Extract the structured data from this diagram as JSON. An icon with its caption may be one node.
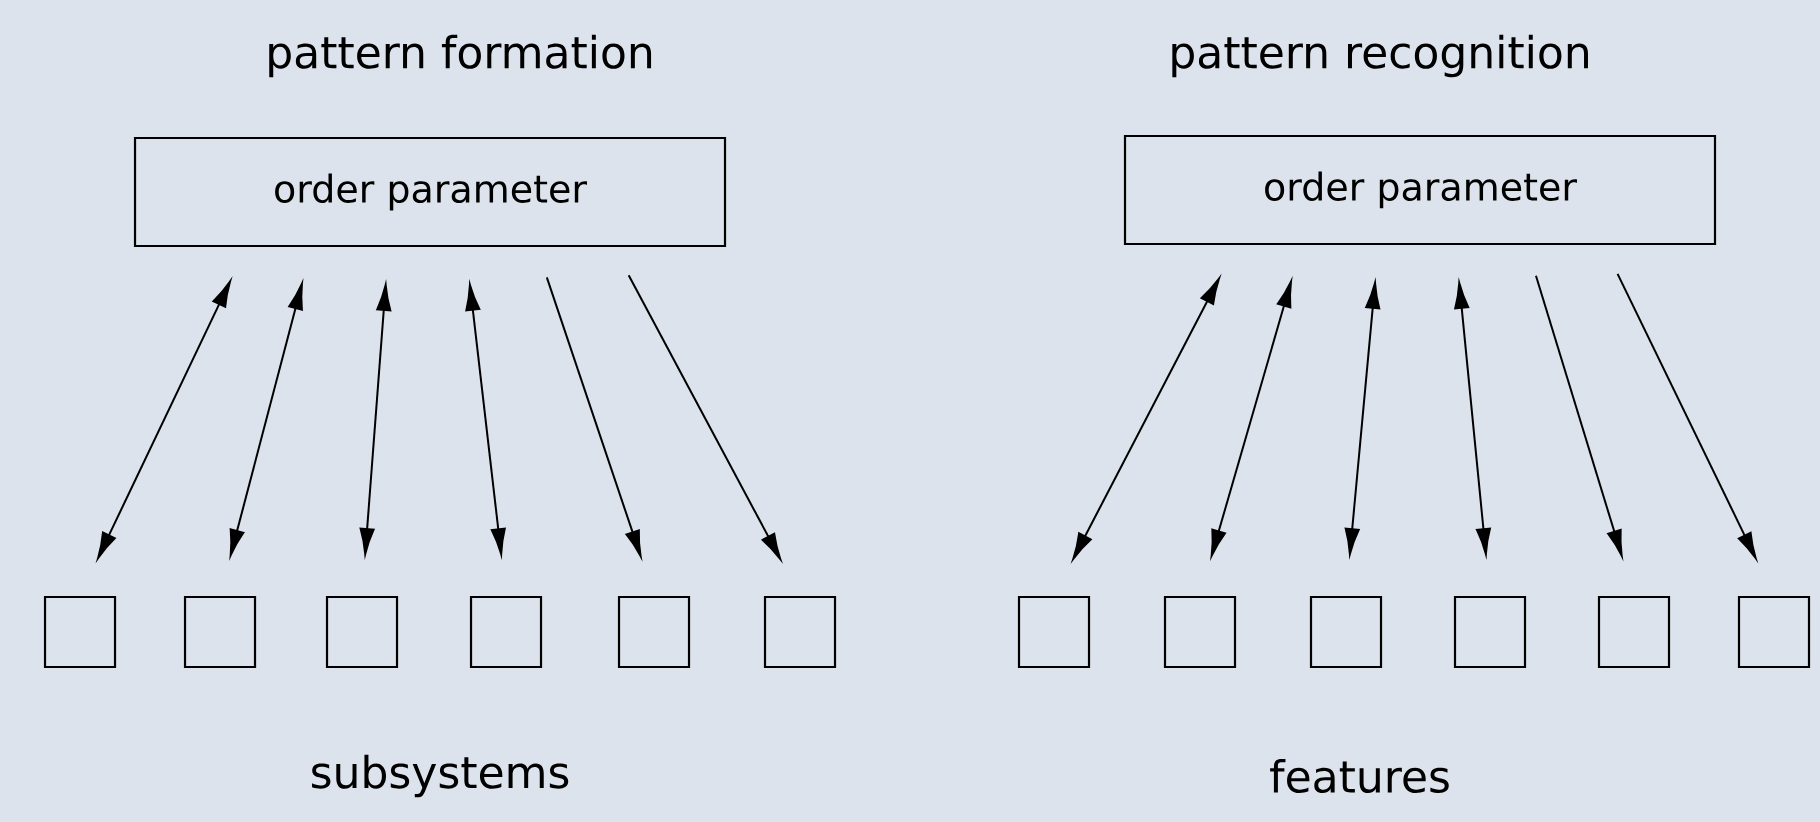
{
  "diagram": {
    "nodes": [
      {
        "text": [
          "order parameter"
        ]
      },
      {
        "text": [],
        "shape": "box"
      },
      {
        "text": [],
        "shape": "box"
      },
      {
        "text": [],
        "shape": "box"
      },
      {
        "text": [],
        "shape": "box"
      },
      {
        "text": [],
        "shape": "box"
      },
      {
        "text": [],
        "shape": "box"
      },
      {
        "text": [
          "order parameter"
        ]
      },
      {
        "text": [],
        "shape": "box"
      },
      {
        "text": [],
        "shape": "box"
      },
      {
        "text": [],
        "shape": "box"
      },
      {
        "text": [],
        "shape": "box"
      },
      {
        "text": [],
        "shape": "box"
      },
      {
        "text": [],
        "shape": "box"
      }
    ],
    "edges": [
      {
        "from": 0,
        "to": 1,
        "arrow": "both"
      },
      {
        "from": 0,
        "to": 2,
        "arrow": "both"
      },
      {
        "from": 0,
        "to": 3,
        "arrow": "both"
      },
      {
        "from": 0,
        "to": 4,
        "arrow": "both"
      },
      {
        "from": 0,
        "to": 5,
        "arrow": "to"
      },
      {
        "from": 0,
        "to": 6,
        "arrow": "to"
      },
      {
        "from": 7,
        "to": 8,
        "arrow": "both"
      },
      {
        "from": 7,
        "to": 9,
        "arrow": "both"
      },
      {
        "from": 7,
        "to": 10,
        "arrow": "both"
      },
      {
        "from": 7,
        "to": 11,
        "arrow": "both"
      },
      {
        "from": 7,
        "to": 12,
        "arrow": "to"
      },
      {
        "from": 7,
        "to": 13,
        "arrow": "to"
      }
    ],
    "labels": [
      "pattern formation",
      "pattern recognition",
      "subsystems",
      "features"
    ]
  }
}
